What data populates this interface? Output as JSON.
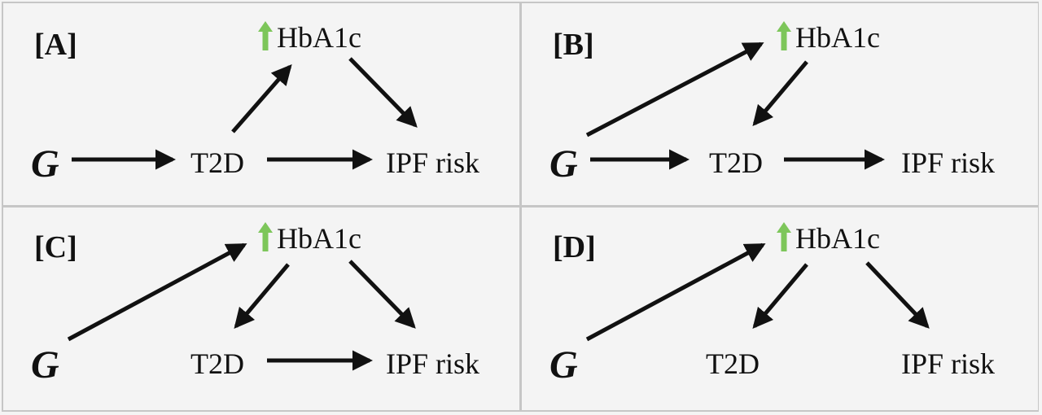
{
  "panels": [
    {
      "label": "[A]",
      "g": "G",
      "hba1c": "HbA1c",
      "t2d": "T2D",
      "ipf": "IPF risk"
    },
    {
      "label": "[B]",
      "g": "G",
      "hba1c": "HbA1c",
      "t2d": "T2D",
      "ipf": "IPF risk"
    },
    {
      "label": "[C]",
      "g": "G",
      "hba1c": "HbA1c",
      "t2d": "T2D",
      "ipf": "IPF risk"
    },
    {
      "label": "[D]",
      "g": "G",
      "hba1c": "HbA1c",
      "t2d": "T2D",
      "ipf": "IPF risk"
    }
  ],
  "colors": {
    "up_arrow": "#7dc65a",
    "arrow": "#111111",
    "border": "#c6c6c6",
    "background": "#f4f4f4"
  },
  "icons": {
    "hba1c_marker": "up-arrow-icon"
  }
}
